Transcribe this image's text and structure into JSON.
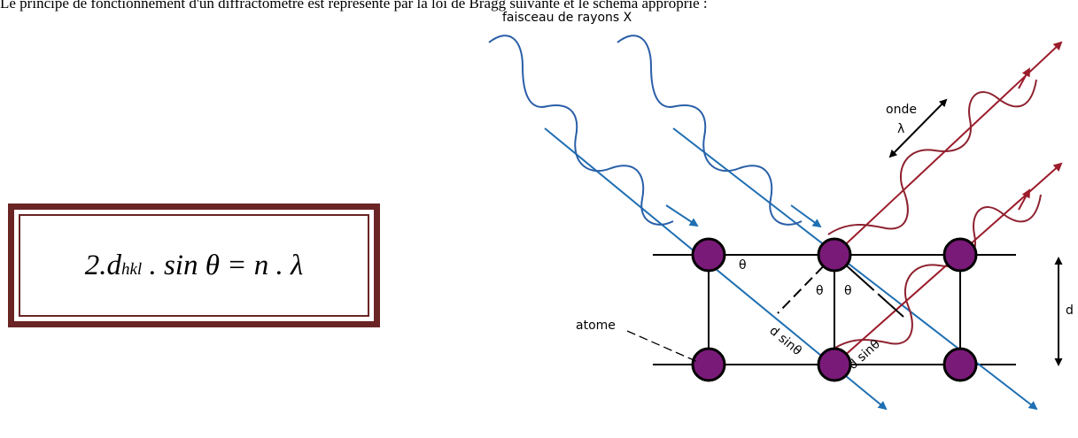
{
  "top_text": "Le principe de fonctionnement d'un diffractomètre est représenté par la loi de Bragg suivante et le schéma approprié :",
  "formula": {
    "prefix": "2.d",
    "subscript": "hkl",
    "rest": " . sin θ = n . λ"
  },
  "diagram": {
    "beam_label": "faisceau de rayons X",
    "wave_label": "onde",
    "lambda_label": "λ",
    "atom_label": "atome",
    "d_label": "d",
    "theta": "θ",
    "path_label": "d sinθ"
  },
  "colors": {
    "incident": "#1f6fb2",
    "incident_wave": "#2a5fa8",
    "diffracted": "#9b1c2b",
    "atom_fill": "#7a1a78",
    "frame": "#6b2424"
  }
}
